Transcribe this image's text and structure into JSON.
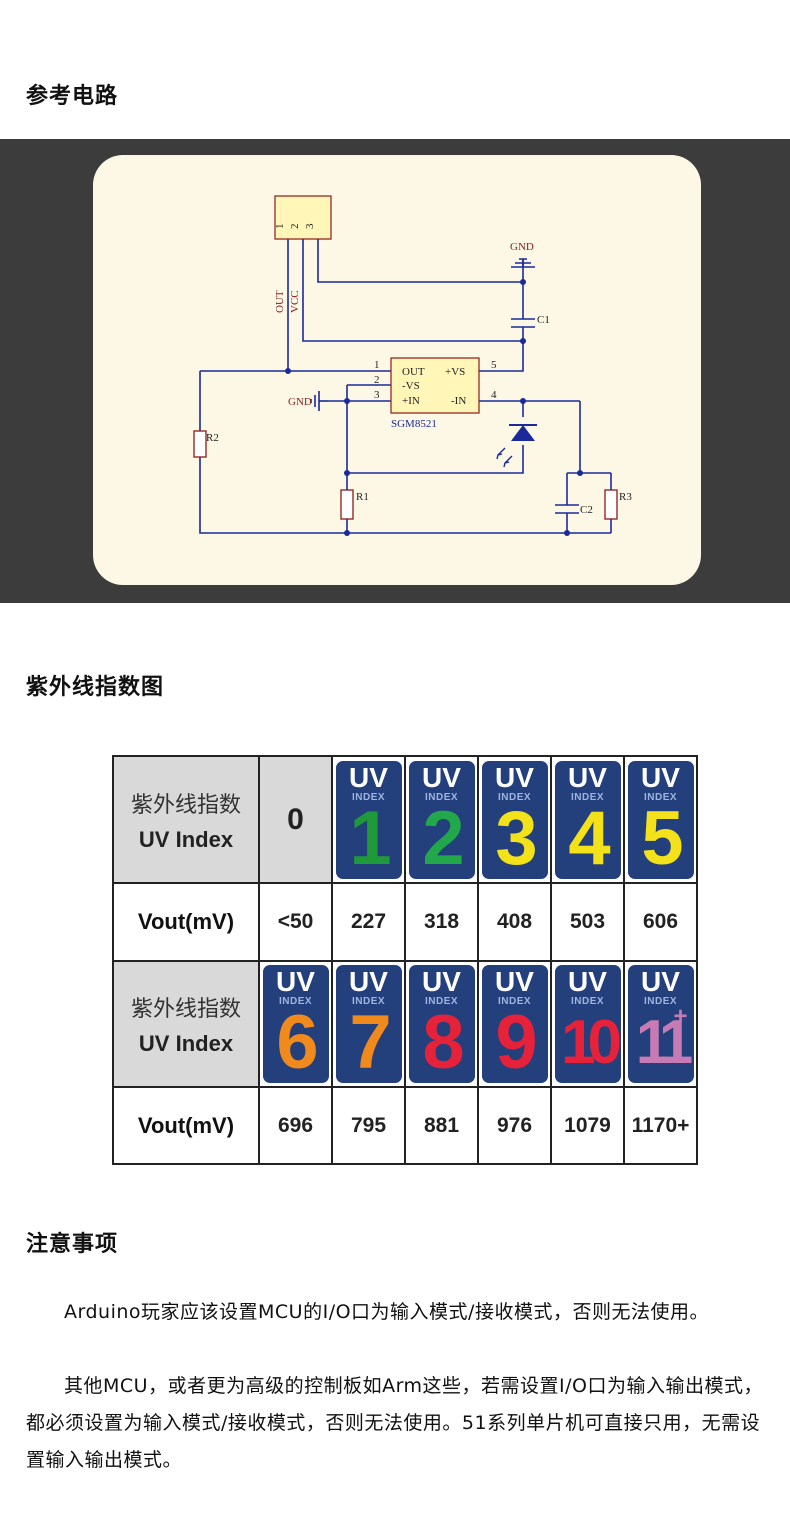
{
  "sections": {
    "circuit_title": "参考电路",
    "uv_title": "紫外线指数图",
    "notes_title": "注意事项"
  },
  "schematic": {
    "connector_pins": [
      "1",
      "2",
      "3"
    ],
    "net_out": "OUT",
    "net_vcc": "VCC",
    "gnd_top": "GND",
    "gnd_left": "GND",
    "c1": "C1",
    "c2": "C2",
    "r1": "R1",
    "r2": "R2",
    "r3": "R3",
    "ic_name": "SGM8521",
    "ic_pins_left": [
      "OUT",
      "-VS",
      "+IN"
    ],
    "ic_pins_right": [
      "+VS",
      "-IN"
    ],
    "ic_pin_numbers": [
      "1",
      "2",
      "3",
      "5",
      "4"
    ]
  },
  "uv_table": {
    "index_label_cn": "紫外线指数",
    "index_label_en": "UV Index",
    "vout_label": "Vout(mV)",
    "badge_uv": "UV",
    "badge_index": "INDEX",
    "row1": {
      "zero": "0",
      "badges": [
        {
          "num": "1",
          "color": "#1f9a3a"
        },
        {
          "num": "2",
          "color": "#22a84a"
        },
        {
          "num": "3",
          "color": "#f3e21a"
        },
        {
          "num": "4",
          "color": "#f3e21a"
        },
        {
          "num": "5",
          "color": "#f3e21a"
        }
      ],
      "vout": [
        "<50",
        "227",
        "318",
        "408",
        "503",
        "606"
      ]
    },
    "row2": {
      "badges": [
        {
          "num": "6",
          "color": "#f08a1c"
        },
        {
          "num": "7",
          "color": "#f08a1c"
        },
        {
          "num": "8",
          "color": "#e6213a"
        },
        {
          "num": "9",
          "color": "#e6213a"
        },
        {
          "num": "10",
          "color": "#e6213a"
        },
        {
          "num": "11",
          "color": "#c77bb4",
          "plus": "+"
        }
      ],
      "vout": [
        "696",
        "795",
        "881",
        "976",
        "1079",
        "1170+"
      ]
    }
  },
  "notes": {
    "p1": "Arduino玩家应该设置MCU的I/O口为输入模式/接收模式，否则无法使用。",
    "p2": "其他MCU，或者更为高级的控制板如Arm这些，若需设置I/O口为输入输出模式，都必须设置为输入模式/接收模式，否则无法使用。51系列单片机可直接只用，无需设置输入输出模式。"
  },
  "colors": {
    "band": "#3c3c3c",
    "card": "#fdf8e6",
    "wire": "#1a2a9a",
    "label_red": "#8b1a1a",
    "badge_bg": "#233f7c"
  }
}
